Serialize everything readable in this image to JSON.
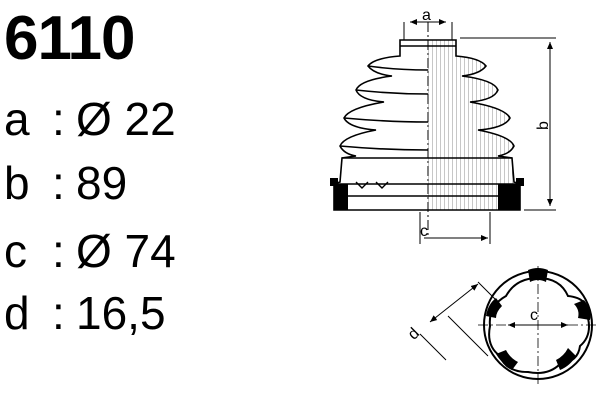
{
  "part_number": "6110",
  "specs": [
    {
      "letter": "a",
      "colon": ":",
      "value": "Ø 22"
    },
    {
      "letter": "b",
      "colon": ":",
      "value": "89"
    },
    {
      "letter": "c",
      "colon": ":",
      "value": "Ø 74"
    },
    {
      "letter": "d",
      "colon": ":",
      "value": "16,5"
    }
  ],
  "drawing": {
    "label_a": "a",
    "label_b": "b",
    "label_c": "c",
    "label_d": "d",
    "label_c_end": "c"
  }
}
